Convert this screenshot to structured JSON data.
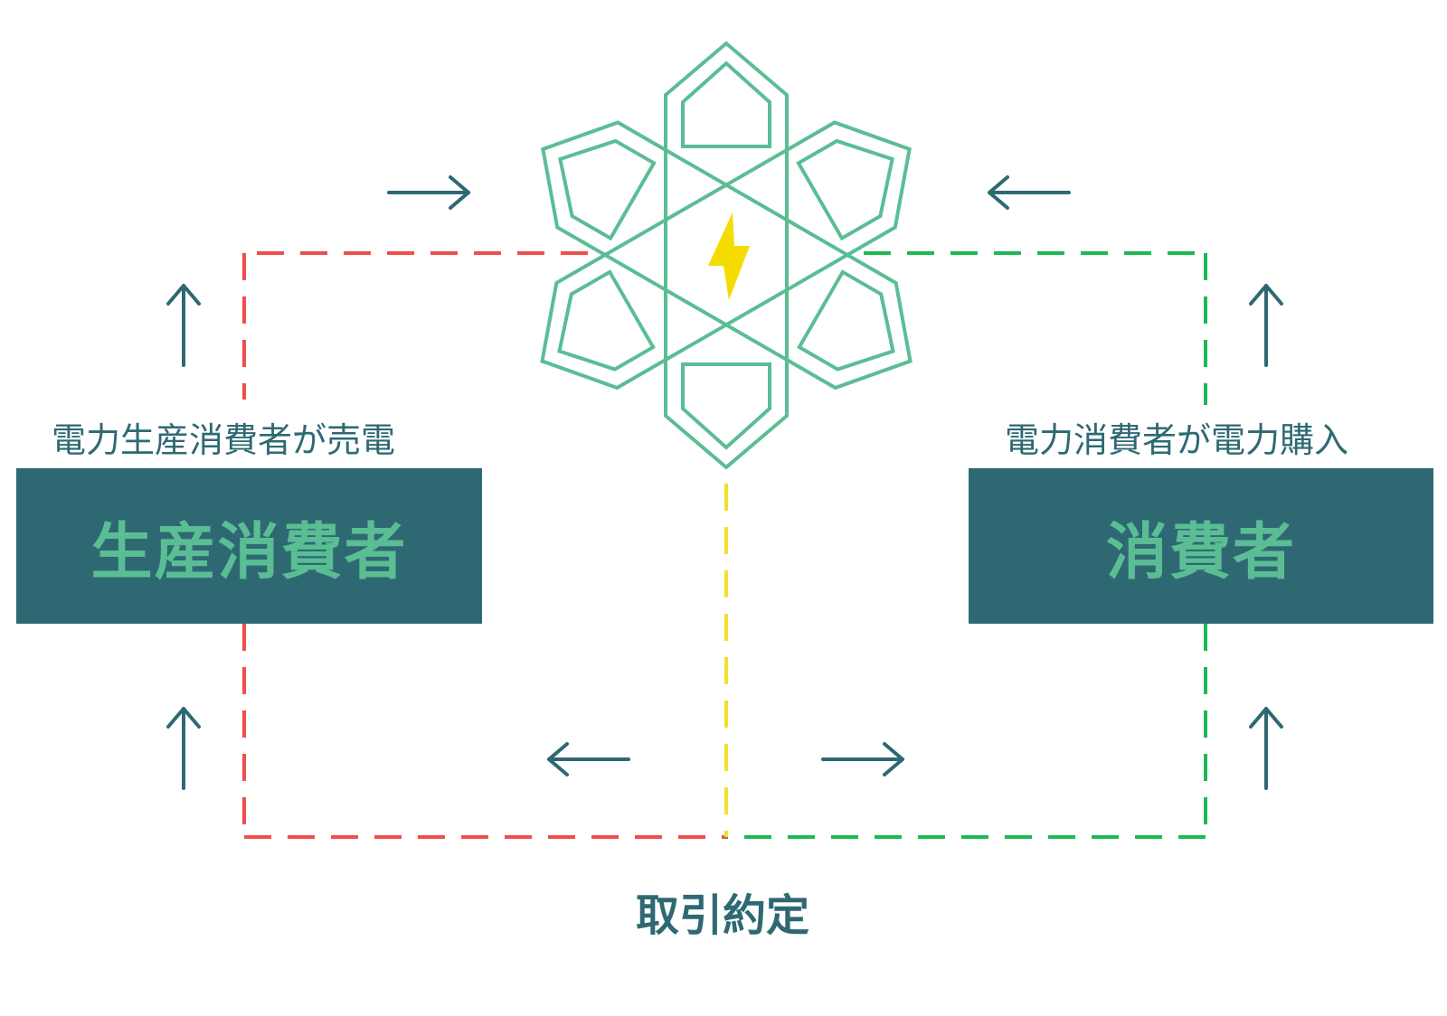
{
  "colors": {
    "primary": "#2e6973",
    "accent_green": "#5bbd94",
    "producer_line": "#f04d4d",
    "consumer_line": "#1db954",
    "deal_line": "#f5e02a",
    "bolt": "#f5dc00"
  },
  "producer": {
    "caption": "電力生産消費者が売電",
    "box_label": "生産消費者"
  },
  "consumer": {
    "caption": "電力消費者が電力購入",
    "box_label": "消費者"
  },
  "center": {
    "label": "取引約定",
    "hub_icon": "power-grid-hub-icon",
    "bolt_icon": "lightning-bolt-icon"
  }
}
